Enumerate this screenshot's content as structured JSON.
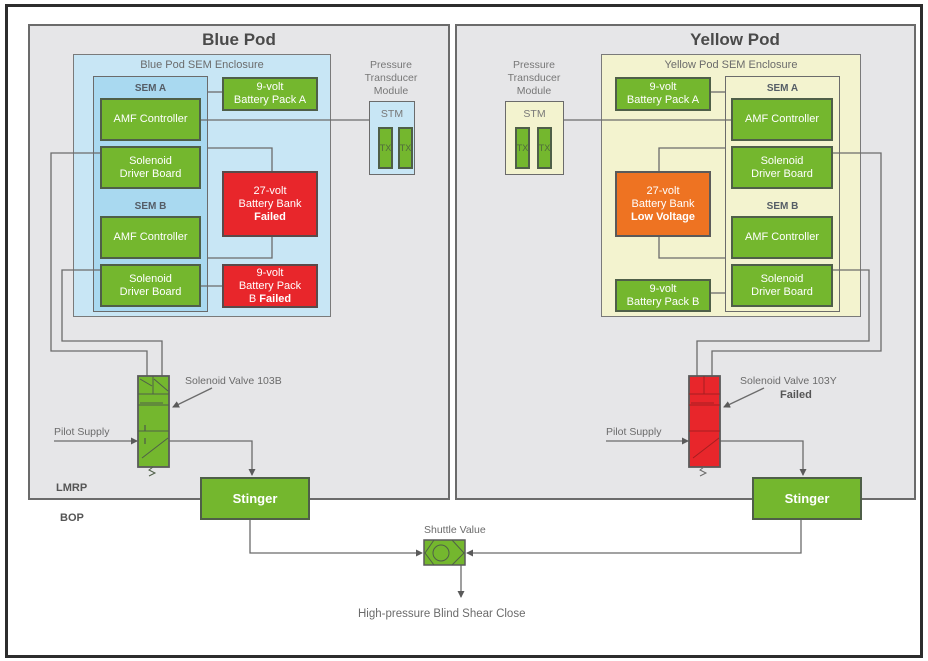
{
  "diagram": {
    "colors": {
      "ok": "#74b72e",
      "failed": "#e8262b",
      "warning": "#ee7322",
      "blue_enclosure": "#c8e6f5",
      "blue_sem": "#a9d9f0",
      "yellow_enclosure": "#f3f3cf",
      "pod_background": "#e6e6e8",
      "line": "#6b6b6b"
    },
    "blue_pod": {
      "title": "Blue Pod",
      "enclosure_label": "Blue Pod SEM Enclosure",
      "sem_a_label": "SEM A",
      "sem_b_label": "SEM B",
      "sem_a_amf": "AMF Controller",
      "sem_a_sdb_line1": "Solenoid",
      "sem_a_sdb_line2": "Driver Board",
      "sem_b_amf": "AMF Controller",
      "sem_b_sdb_line1": "Solenoid",
      "sem_b_sdb_line2": "Driver Board",
      "battery_a_line1": "9-volt",
      "battery_a_line2": "Battery Pack A",
      "battery_a_status": "ok",
      "battery_bank_line1": "27-volt",
      "battery_bank_line2": "Battery Bank",
      "battery_bank_status_text": "Failed",
      "battery_bank_status": "failed",
      "battery_b_line1": "9-volt",
      "battery_b_line2": "Battery Pack",
      "battery_b_prefix": "B",
      "battery_b_status_text": "Failed",
      "battery_b_status": "failed",
      "ptm_label_line1": "Pressure",
      "ptm_label_line2": "Transducer",
      "ptm_label_line3": "Module",
      "stm_label": "STM",
      "tx1": "TX",
      "tx2": "TX",
      "valve_label": "Solenoid Valve 103B",
      "valve_status": "ok",
      "pilot_supply": "Pilot Supply",
      "stinger": "Stinger"
    },
    "yellow_pod": {
      "title": "Yellow Pod",
      "enclosure_label": "Yellow Pod SEM Enclosure",
      "sem_a_label": "SEM A",
      "sem_b_label": "SEM B",
      "sem_a_amf": "AMF Controller",
      "sem_a_sdb_line1": "Solenoid",
      "sem_a_sdb_line2": "Driver Board",
      "sem_b_amf": "AMF Controller",
      "sem_b_sdb_line1": "Solenoid",
      "sem_b_sdb_line2": "Driver Board",
      "battery_a_line1": "9-volt",
      "battery_a_line2": "Battery Pack A",
      "battery_a_status": "ok",
      "battery_bank_line1": "27-volt",
      "battery_bank_line2": "Battery Bank",
      "battery_bank_status_text": "Low Voltage",
      "battery_bank_status": "warning",
      "battery_b_line1": "9-volt",
      "battery_b_line2": "Battery Pack B",
      "battery_b_status": "ok",
      "ptm_label_line1": "Pressure",
      "ptm_label_line2": "Transducer",
      "ptm_label_line3": "Module",
      "stm_label": "STM",
      "tx1": "TX",
      "tx2": "TX",
      "valve_label": "Solenoid Valve 103Y",
      "valve_status_text": "Failed",
      "valve_status": "failed",
      "pilot_supply": "Pilot Supply",
      "stinger": "Stinger"
    },
    "lmrp_label": "LMRP",
    "bop_label": "BOP",
    "shuttle_label": "Shuttle Value",
    "output_label": "High-pressure Blind Shear Close"
  }
}
